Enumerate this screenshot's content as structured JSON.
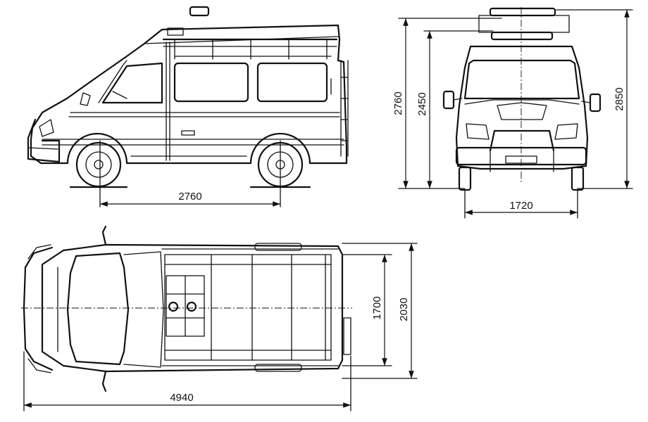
{
  "dimensions": {
    "side_wheelbase": "2760",
    "front_height_overall": "2760",
    "front_height_body": "2450",
    "front_height_max": "2850",
    "front_track": "1720",
    "top_width_inner": "1700",
    "top_width_outer": "2030",
    "top_length": "4940"
  },
  "colors": {
    "line": "#111111",
    "background": "#ffffff"
  }
}
